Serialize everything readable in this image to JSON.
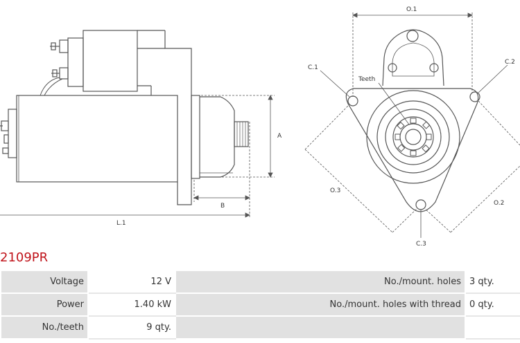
{
  "part_number": "2109PR",
  "drawing": {
    "labels": {
      "dim_a": "A",
      "dim_b": "B",
      "dim_l1": "L.1",
      "dim_o1": "O.1",
      "dim_o2": "O.2",
      "dim_o3": "O.3",
      "hole_c1": "C.1",
      "hole_c2": "C.2",
      "hole_c3": "C.3",
      "teeth": "Teeth"
    }
  },
  "specs": {
    "rows": [
      {
        "label_left": "Voltage",
        "value_left": "12 V",
        "label_right": "No./mount. holes",
        "value_right": "3 qty."
      },
      {
        "label_left": "Power",
        "value_left": "1.40 kW",
        "label_right": "No./mount. holes with thread",
        "value_right": "0 qty."
      },
      {
        "label_left": "No./teeth",
        "value_left": "9 qty.",
        "label_right": "",
        "value_right": ""
      }
    ]
  },
  "colors": {
    "title": "#c0141b",
    "line": "#555555",
    "label_bg": "#e1e1e1",
    "text": "#333333"
  }
}
